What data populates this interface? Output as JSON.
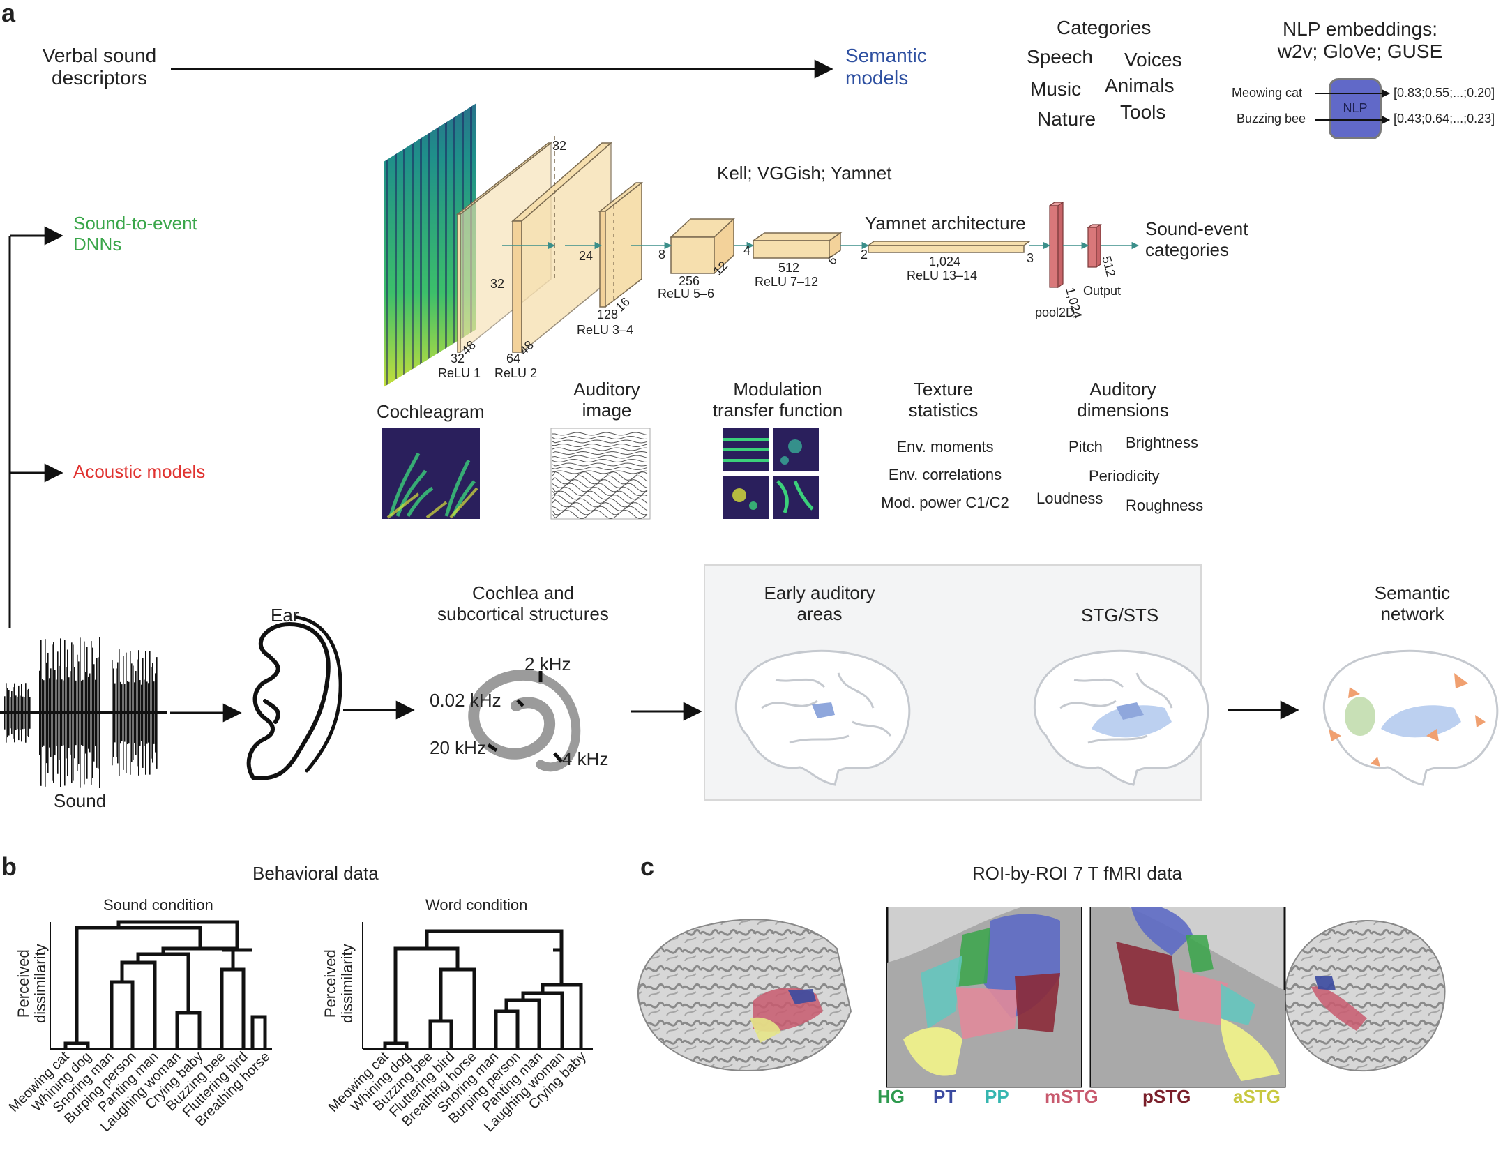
{
  "colors": {
    "semantic": "#2d4fa0",
    "dnn": "#3aa64a",
    "acoustic": "#e0322f",
    "layer_fill": "#f6dfae",
    "layer_stroke": "#7a6a50",
    "red_layer": "#d9787a",
    "nlp_box": "#6169c8",
    "region_box": "#f3f4f5"
  },
  "panel_a": {
    "letter": "a",
    "verbal": [
      "Verbal sound",
      "descriptors"
    ],
    "semantic_models": [
      "Semantic",
      "models"
    ],
    "categories": {
      "title": "Categories",
      "items": [
        "Speech",
        "Voices",
        "Music",
        "Animals",
        "Nature",
        "Tools"
      ]
    },
    "nlp": {
      "title": [
        "NLP embeddings:",
        "w2v; GloVe; GUSE"
      ],
      "box": "NLP",
      "rows": [
        {
          "in": "Meowing cat",
          "out": "[0.83;0.55;...;0.20]"
        },
        {
          "in": "Buzzing bee",
          "out": "[0.43;0.64;...;0.23]"
        }
      ]
    },
    "sound_to_event": [
      "Sound-to-event",
      "DNNs"
    ],
    "acoustic_models": "Acoustic models",
    "dnn_title": "Kell; VGGish; Yamnet",
    "yamnet_title": "Yamnet architecture",
    "sound_event_categories": [
      "Sound-event",
      "categories"
    ],
    "layers": {
      "l1": {
        "d1": "32",
        "d2": "48",
        "name": "ReLU 1"
      },
      "l2": {
        "top": "32",
        "side": "32",
        "d1": "64",
        "d2": "48",
        "name": "ReLU 2"
      },
      "l3": {
        "side": "24",
        "d1": "128",
        "d2": "16",
        "name": "ReLU 3–4"
      },
      "l4": {
        "side": "8",
        "d1": "256",
        "d2": "12",
        "name": "ReLU 5–6"
      },
      "l5": {
        "side": "4",
        "d1": "512",
        "d2": "6",
        "name": "ReLU 7–12"
      },
      "l6": {
        "side": "2",
        "d1": "1,024",
        "d2": "3",
        "name": "ReLU 13–14"
      },
      "l7": {
        "d1": "1,024",
        "name": "pool2D"
      },
      "l8": {
        "d1": "512",
        "name": "Output"
      }
    },
    "acoustic": {
      "cochleagram": "Cochleagram",
      "auditory_image": [
        "Auditory",
        "image"
      ],
      "mtf": [
        "Modulation",
        "transfer function"
      ],
      "texture": {
        "title": [
          "Texture",
          "statistics"
        ],
        "items": [
          "Env. moments",
          "Env. correlations",
          "Mod. power C1/C2"
        ]
      },
      "dimensions": {
        "title": [
          "Auditory",
          "dimensions"
        ],
        "items": [
          "Pitch",
          "Brightness",
          "Periodicity",
          "Loudness",
          "Roughness"
        ]
      }
    },
    "pathway": {
      "sound": "Sound",
      "ear": "Ear",
      "cochlea": [
        "Cochlea and",
        "subcortical structures"
      ],
      "freqs": {
        "f1": "2 kHz",
        "f2": "0.02 kHz",
        "f3": "20 kHz",
        "f4": "4 kHz"
      },
      "early": [
        "Early auditory",
        "areas"
      ],
      "stg": "STG/STS",
      "semnet": [
        "Semantic",
        "network"
      ]
    }
  },
  "panel_b": {
    "letter": "b",
    "title": "Behavioral data",
    "ylabel": [
      "Perceived",
      "dissimilarity"
    ],
    "sound": {
      "title": "Sound condition",
      "labels": [
        "Meowing cat",
        "Whining dog",
        "Snoring man",
        "Burping person",
        "Panting man",
        "Laughing woman",
        "Crying baby",
        "Buzzing bee",
        "Fluttering bird",
        "Breathing horse"
      ]
    },
    "word": {
      "title": "Word condition",
      "labels": [
        "Meowing cat",
        "Whining dog",
        "Buzzing bee",
        "Fluttering bird",
        "Breathing horse",
        "Snoring man",
        "Burping person",
        "Panting man",
        "Laughing woman",
        "Crying baby"
      ]
    }
  },
  "panel_c": {
    "letter": "c",
    "title": "ROI-by-ROI 7 T fMRI data",
    "rois": [
      {
        "name": "HG",
        "color": "#2e9a4e"
      },
      {
        "name": "PT",
        "color": "#3b4aa0"
      },
      {
        "name": "PP",
        "color": "#36b6b0"
      },
      {
        "name": "mSTG",
        "color": "#c85a6e"
      },
      {
        "name": "pSTG",
        "color": "#7a1f2a"
      },
      {
        "name": "aSTG",
        "color": "#c8c840"
      }
    ]
  }
}
